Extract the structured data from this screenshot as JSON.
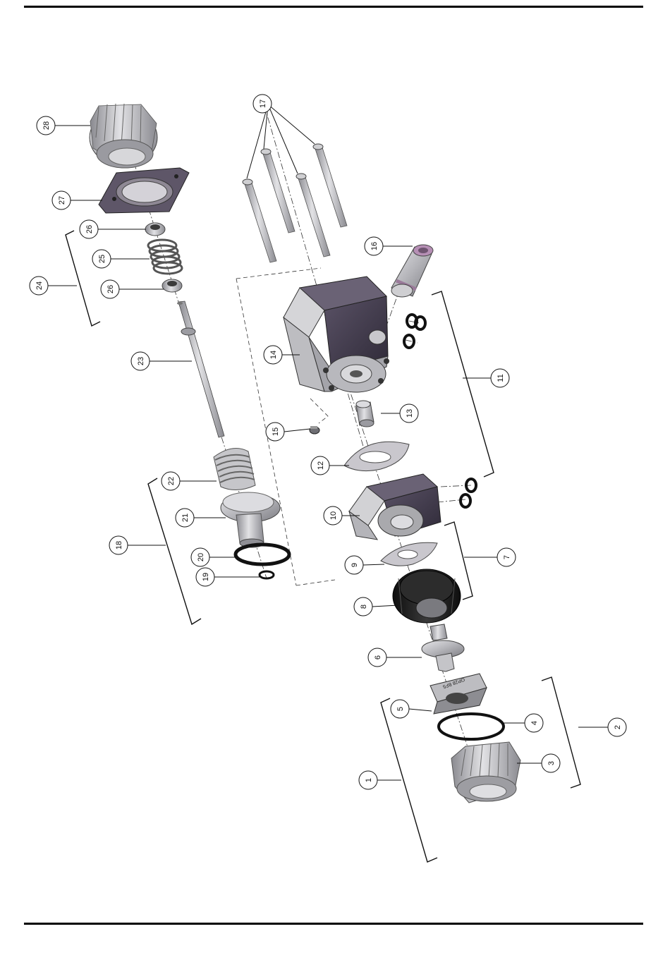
{
  "callouts": {
    "c1": "1",
    "c2": "2",
    "c3": "3",
    "c4": "4",
    "c5": "5",
    "c6": "6",
    "c7": "7",
    "c8": "8",
    "c9": "9",
    "c10": "10",
    "c11": "11",
    "c12": "12",
    "c13": "13",
    "c14": "14",
    "c15": "15",
    "c16": "16",
    "c17": "17",
    "c18": "18",
    "c19": "19",
    "c20": "20",
    "c21": "21",
    "c22": "22",
    "c23": "23",
    "c24": "24",
    "c25": "25",
    "c26a": "26",
    "c26b": "26",
    "c27": "27",
    "c28": "28"
  },
  "part_label": "OP28 BF5",
  "colors": {
    "metal_light": "#cfcfd2",
    "metal_mid": "#a9a9ad",
    "metal_dark": "#6f6f74",
    "body_purple": "#4a4356",
    "body_purple_dark": "#332d3d",
    "black_rubber": "#1a1a1a",
    "rule": "#000000"
  }
}
